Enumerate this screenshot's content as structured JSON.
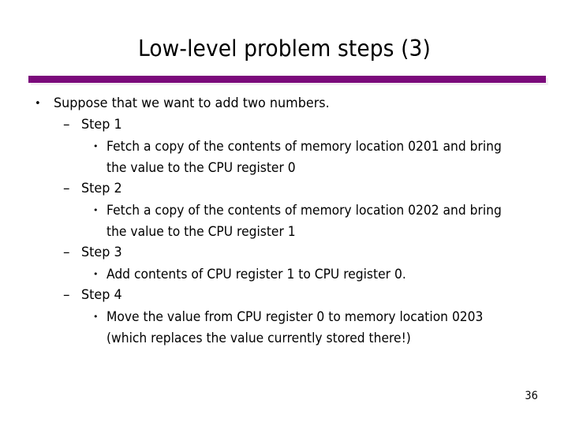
{
  "slide": {
    "title": "Low-level problem steps (3)",
    "page_number": "36",
    "accent_color": "#7b0a7b",
    "background_color": "#ffffff",
    "text_color": "#000000",
    "divider_shadow_color": "#f3eef3"
  },
  "bullets": {
    "glyph_level1": "•",
    "glyph_level2": "–",
    "glyph_level3": "•"
  },
  "content": [
    {
      "level": 1,
      "text": "Suppose that we want to add two numbers."
    },
    {
      "level": 2,
      "text": "Step 1"
    },
    {
      "level": 3,
      "text": "Fetch a copy of the contents of memory location 0201 and bring the value to the CPU register 0"
    },
    {
      "level": 2,
      "text": "Step 2"
    },
    {
      "level": 3,
      "text": "Fetch a copy of the contents of memory location 0202 and bring the value to the CPU register 1"
    },
    {
      "level": 2,
      "text": "Step 3"
    },
    {
      "level": 3,
      "text": "Add contents of CPU register 1 to CPU register 0."
    },
    {
      "level": 2,
      "text": "Step 4"
    },
    {
      "level": 3,
      "text": "Move the value from CPU register 0 to memory location 0203 (which replaces the value currently stored there!)"
    }
  ]
}
